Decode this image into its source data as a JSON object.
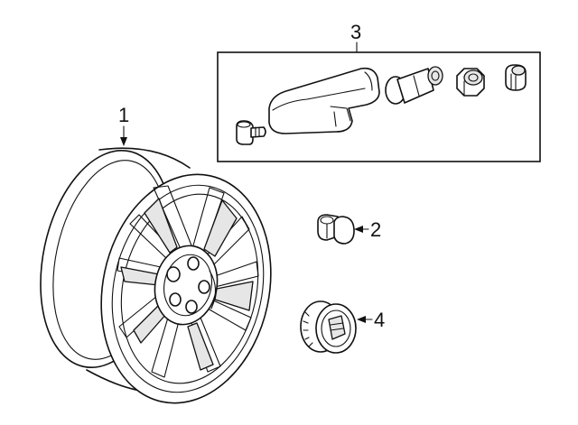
{
  "callouts": {
    "wheel": "1",
    "lug_nut": "2",
    "tpms_kit": "3",
    "center_cap": "4"
  },
  "colors": {
    "ink": "#111111",
    "background": "#ffffff",
    "shade": "#e6e6e6"
  }
}
